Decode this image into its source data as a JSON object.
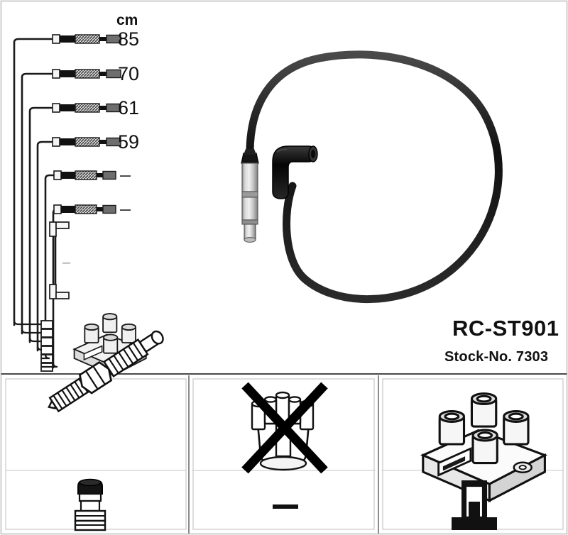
{
  "product": {
    "part_number": "RC-ST901",
    "stock_label": "Stock-No. 7303"
  },
  "measurements": {
    "unit_header": "cm",
    "rows": [
      {
        "length": "85",
        "has_value": true
      },
      {
        "length": "70",
        "has_value": true
      },
      {
        "length": "61",
        "has_value": true
      },
      {
        "length": "59",
        "has_value": true
      },
      {
        "length": "–",
        "has_value": false
      },
      {
        "length": "–",
        "has_value": false
      }
    ],
    "extra_lead_label": "–"
  },
  "colors": {
    "cable_black": "#1a1a1a",
    "boot_black": "#111111",
    "metal_grey": "#b9b9b9",
    "metal_grey_dark": "#8d8d8d",
    "outline": "#1a1a1a",
    "border": "#c9c9c9",
    "panel_divider": "#6f6f6f",
    "background": "#ffffff",
    "text": "#111111"
  },
  "panels": [
    {
      "name": "spark-plug-panel",
      "top_icon": "spark-plug-icon",
      "bottom_icon": "spark-plug-boot-icon",
      "bottom_is_dash": false
    },
    {
      "name": "distributor-cap-panel",
      "top_icon": "distributor-cap-crossed-out-icon",
      "bottom_icon": "dash-icon",
      "bottom_is_dash": true,
      "crossed_out": true
    },
    {
      "name": "ignition-coil-panel",
      "top_icon": "ignition-coil-pack-icon",
      "bottom_icon": "flat-terminal-connector-icon",
      "bottom_is_dash": false
    }
  ],
  "diagram": {
    "main_cable_name": "ignition-lead-loop",
    "straight_connector": "shielded-straight-connector",
    "angled_connector": "right-angle-spark-plug-boot",
    "coil_pack_name": "four-tower-ignition-coil-pack",
    "lead_count": 7
  }
}
